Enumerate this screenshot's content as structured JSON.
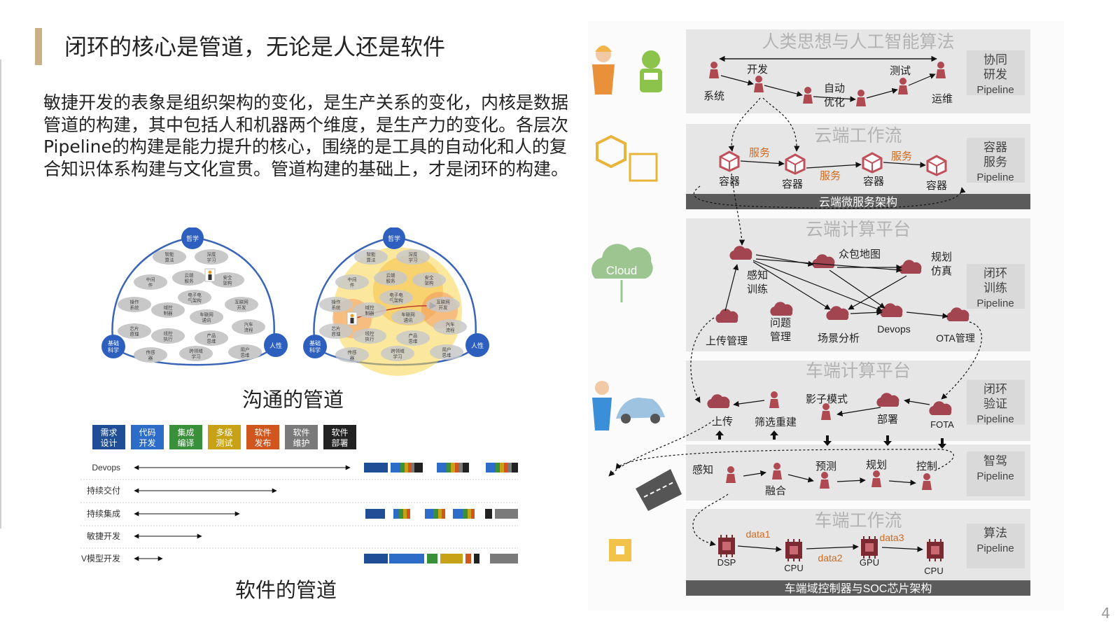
{
  "slide": {
    "title": "闭环的核心是管道，无论是人还是软件",
    "body": "敏捷开发的表象是组织架构的变化，是生产关系的变化，内核是数据管道的构建，其中包括人和机器两个维度，是生产力的变化。各层次Pipeline的构建是能力提升的核心，围绕的是工具的自动化和人的复合知识体系构建与文化宣贯。管道构建的基础上，才是闭环的构建。",
    "page_number": "4"
  },
  "captions": {
    "communication": "沟通的管道",
    "software": "软件的管道"
  },
  "dome": {
    "top": "哲学",
    "left_base": "基础科学",
    "right_base": "人性",
    "items": [
      "智能算法",
      "深度学习",
      "中间件",
      "云端服务",
      "安全架构",
      "电子电气架构",
      "操作系统",
      "域控制器",
      "车联网通讯",
      "互联网开发",
      "芯片原理",
      "线控执行",
      "产品思维",
      "汽车流程",
      "传感器",
      "跨领域学习",
      "用户思维"
    ]
  },
  "pipeline": {
    "stages": [
      {
        "label": "需求设计",
        "color": "#1f4e96"
      },
      {
        "label": "代码开发",
        "color": "#2e6dc7"
      },
      {
        "label": "集成编译",
        "color": "#3a8f3a"
      },
      {
        "label": "多级测试",
        "color": "#c8a216"
      },
      {
        "label": "软件发布",
        "color": "#d0561e"
      },
      {
        "label": "软件维护",
        "color": "#7a7a7a"
      },
      {
        "label": "软件部署",
        "color": "#222222"
      }
    ],
    "rows": [
      "Devops",
      "持续交付",
      "持续集成",
      "敏捷开发",
      "V模型开发"
    ]
  },
  "arch": {
    "layers": [
      {
        "title": "人类思想与人工智能算法",
        "pipeline": "协同研发Pipeline"
      },
      {
        "title": "云端工作流",
        "pipeline": "容器服务Pipeline",
        "footer": "云端微服务架构"
      },
      {
        "title": "云端计算平台",
        "pipeline": "闭环训练Pipeline"
      },
      {
        "title": "车端计算平台",
        "pipeline": "闭环验证Pipeline"
      },
      {
        "title": "",
        "pipeline": "智驾Pipeline"
      },
      {
        "title": "车端工作流",
        "pipeline": "算法Pipeline",
        "footer": "车端域控制器与SOC芯片架构"
      }
    ],
    "l1": {
      "dev": "开发",
      "test": "测试",
      "system": "系统",
      "auto": "自动",
      "optimize": "优化",
      "ops": "运维"
    },
    "l2": {
      "service": "服务",
      "container": "容器"
    },
    "l3": {
      "crowd_map": "众包地图",
      "plan": "规划",
      "sim": "仿真",
      "perceive": "感知",
      "train": "训练",
      "problem": "问题",
      "manage": "管理",
      "upload_mgmt": "上传管理",
      "scene": "场景分析",
      "devops": "Devops",
      "ota": "OTA管理",
      "cloud": "Cloud"
    },
    "l4": {
      "shadow": "影子模式",
      "upload": "上传",
      "filter": "筛选重建",
      "deploy": "部署",
      "fota": "FOTA"
    },
    "l5": {
      "perceive": "感知",
      "fusion": "融合",
      "predict": "预测",
      "plan": "规划",
      "control": "控制"
    },
    "l6": {
      "dsp": "DSP",
      "cpu1": "CPU",
      "gpu": "GPU",
      "cpu2": "CPU",
      "data1": "data1",
      "data2": "data2",
      "data3": "data3"
    }
  }
}
